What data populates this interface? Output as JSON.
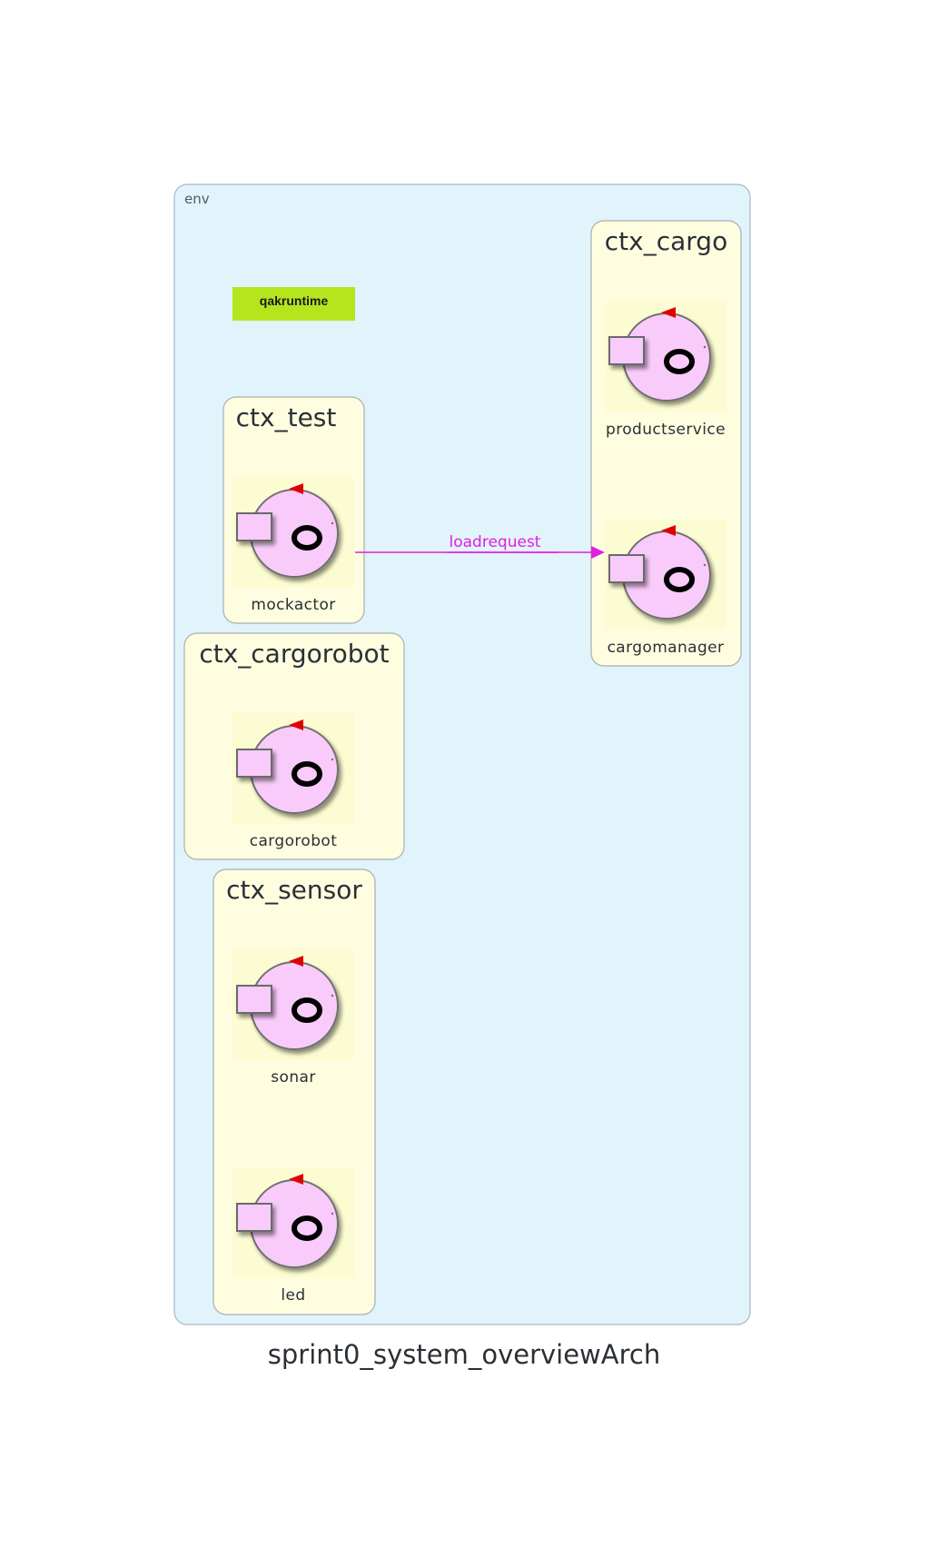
{
  "diagram": {
    "title": "sprint0_system_overviewArch",
    "env_label": "env",
    "runtime_label": "qakruntime",
    "contexts": [
      {
        "id": "ctx_cargo",
        "label": "ctx_cargo",
        "actors": [
          "productservice",
          "cargomanager"
        ]
      },
      {
        "id": "ctx_test",
        "label": "ctx_test",
        "actors": [
          "mockactor"
        ]
      },
      {
        "id": "ctx_cargorobot",
        "label": "ctx_cargorobot",
        "actors": [
          "cargorobot"
        ]
      },
      {
        "id": "ctx_sensor",
        "label": "ctx_sensor",
        "actors": [
          "sonar",
          "led"
        ]
      }
    ],
    "edges": [
      {
        "from": "mockactor",
        "to": "cargomanager",
        "label": "loadrequest"
      }
    ],
    "colors": {
      "env_fill": "#e1f3fb",
      "context_fill": "#fefde0",
      "actor_fill": "#f9cbfb",
      "runtime_fill": "#b5e61d",
      "edge": "#e21fe0",
      "arrowhead_red": "#e00000"
    },
    "icons": {
      "actor": "actor-icon"
    }
  }
}
